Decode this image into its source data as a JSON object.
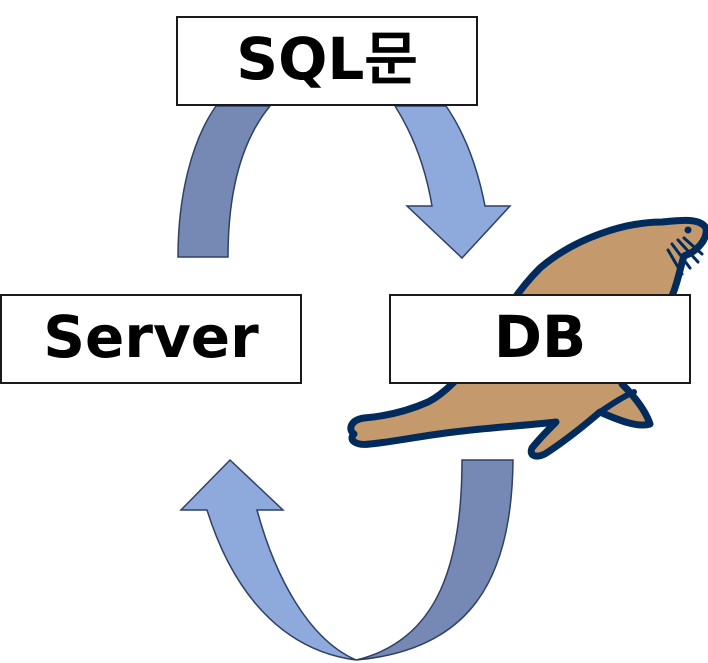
{
  "labels": {
    "sql": "SQL문",
    "server": "Server",
    "db": "DB"
  },
  "colors": {
    "arrow_dark": "#7589b4",
    "arrow_light": "#8eaadc",
    "arrow_stroke": "#2f3f66",
    "seal_body": "#c49a6c",
    "seal_outline": "#002b5c",
    "box_border": "#1a1a1a"
  },
  "icons": {
    "mascot": "sea-lion-icon"
  }
}
